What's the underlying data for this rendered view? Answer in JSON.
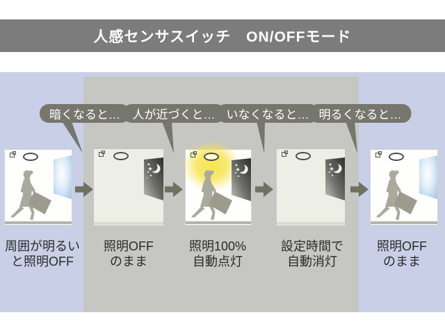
{
  "title_bar": {
    "label": "人感センサスイッチ　ON/OFFモード"
  },
  "palette": {
    "title_bar_bg": "#7c7c7c",
    "stage_bg": "#c9cfe7",
    "band_bg": "#c6c6c3",
    "bubble_bg": "#76766e",
    "bubble_text": "#ffffff",
    "arrow": "#6f7163",
    "caption_text": "#2a2a2a",
    "room_white": "#fefefd",
    "room_beige": "#edeee5",
    "day_window_blue": "#9ec1e4",
    "lamp_glow_yellow": "#f6e34b",
    "person_gray": "#a9a99c"
  },
  "bubbles": [
    {
      "label": "暗くなると…"
    },
    {
      "label": "人が近づくと…"
    },
    {
      "label": "いなくなると…"
    },
    {
      "label": "明るくなると…"
    }
  ],
  "steps": [
    {
      "caption_line1": "周囲が明るい",
      "caption_line2": "と照明OFF",
      "room": "day-bright, lamp off, person walking"
    },
    {
      "caption_line1": "照明OFF",
      "caption_line2": "のまま",
      "room": "dark night window, lamp off, empty"
    },
    {
      "caption_line1": "照明100%",
      "caption_line2": "自動点灯",
      "room": "night window, lamp lit 100%, person walking"
    },
    {
      "caption_line1": "設定時間で",
      "caption_line2": "自動消灯",
      "room": "dark night window, lamp off, empty"
    },
    {
      "caption_line1": "照明OFF",
      "caption_line2": "のまま",
      "room": "day-bright, lamp off, person walking"
    }
  ]
}
